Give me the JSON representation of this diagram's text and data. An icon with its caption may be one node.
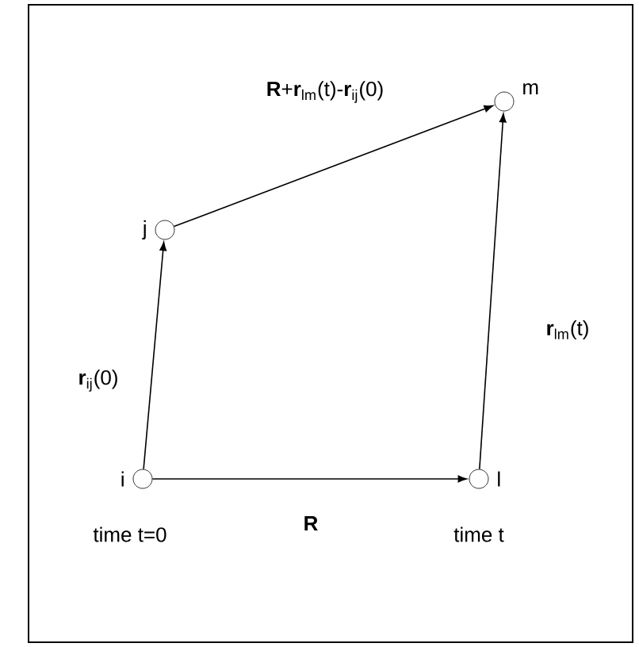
{
  "diagram": {
    "nodes": [
      {
        "text": [],
        "shape": "circle",
        "beside": [
          "i",
          "time t=0"
        ]
      },
      {
        "text": [],
        "shape": "circle",
        "beside": [
          "j"
        ]
      },
      {
        "text": [],
        "shape": "circle",
        "beside": [
          "l",
          "time t"
        ]
      },
      {
        "text": [],
        "shape": "circle",
        "beside": [
          "m"
        ]
      }
    ],
    "edges": [
      {
        "from": 0,
        "to": 1,
        "arrow": "to",
        "label": "**r**$_{ij}$(0)"
      },
      {
        "from": 1,
        "to": 3,
        "arrow": "to",
        "label": "**R**+**r**$_{lm}$(t)-**r**$_{ij}$(0)"
      },
      {
        "from": 0,
        "to": 2,
        "arrow": "to",
        "label": "**R**"
      },
      {
        "from": 2,
        "to": 3,
        "arrow": "to",
        "label": "**r**$_{lm}$(t)"
      }
    ]
  }
}
